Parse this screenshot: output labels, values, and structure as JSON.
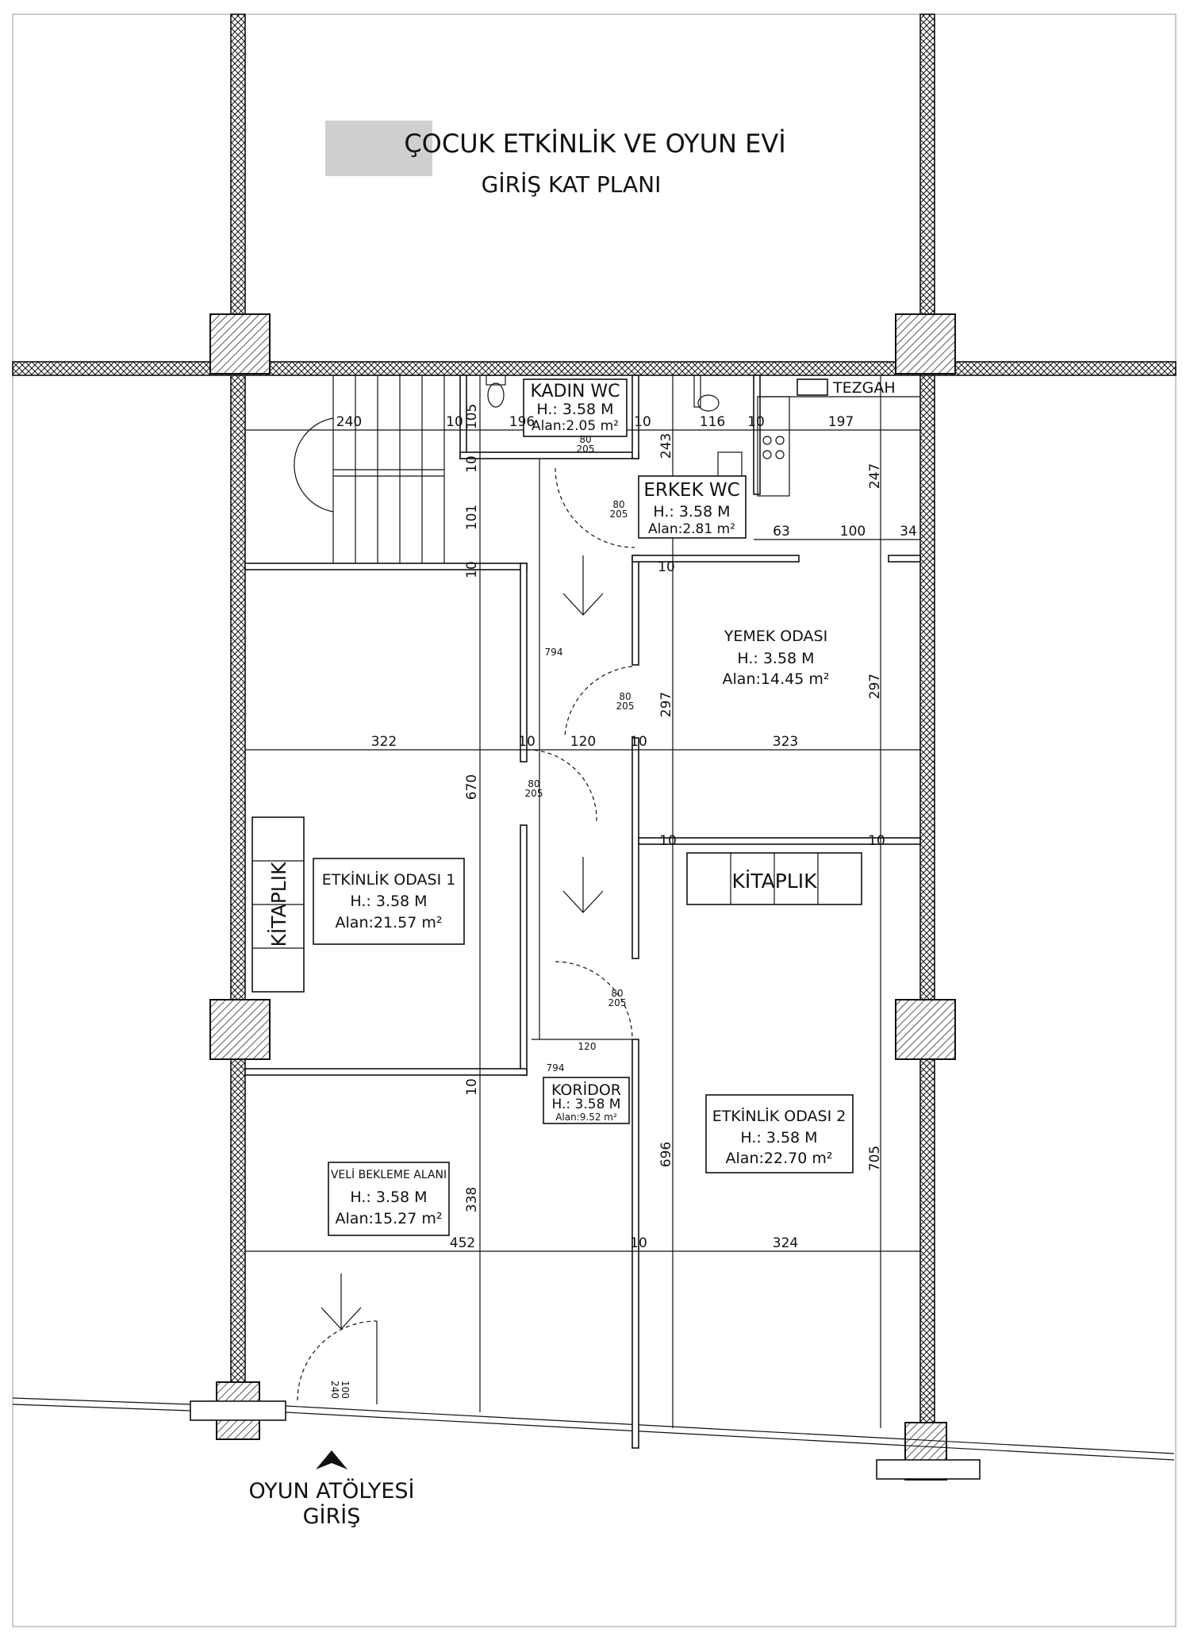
{
  "title": {
    "line1": "ÇOCUK ETKİNLİK VE OYUN EVİ",
    "line2": "GİRİŞ KAT PLANI"
  },
  "rooms": {
    "kadin_wc": {
      "name": "KADIN WC",
      "height": "H.: 3.58 M",
      "area": "Alan:2.05 m²"
    },
    "erkek_wc": {
      "name": "ERKEK WC",
      "height": "H.: 3.58 M",
      "area": "Alan:2.81 m²"
    },
    "yemek": {
      "name": "YEMEK ODASI",
      "height": "H.: 3.58 M",
      "area": "Alan:14.45 m²"
    },
    "etkinlik1": {
      "name": "ETKİNLİK ODASI 1",
      "height": "H.: 3.58 M",
      "area": "Alan:21.57 m²"
    },
    "etkinlik2": {
      "name": "ETKİNLİK ODASI 2",
      "height": "H.: 3.58 M",
      "area": "Alan:22.70 m²"
    },
    "koridor": {
      "name": "KORİDOR",
      "height": "H.: 3.58 M",
      "area": "Alan:9.52 m²"
    },
    "veli": {
      "name": "VELİ BEKLEME ALANI",
      "height": "H.: 3.58 M",
      "area": "Alan:15.27 m²"
    }
  },
  "labels": {
    "tezgah": "TEZGAH",
    "kitaplik": "KİTAPLIK",
    "entrance1": "OYUN ATÖLYESİ",
    "entrance2": "GİRİŞ"
  },
  "doors": {
    "size": "80",
    "height": "205",
    "entry_w": "100",
    "entry_h": "240"
  },
  "dims": {
    "d240": "240",
    "d10": "10",
    "d105": "105",
    "d196": "196",
    "d116": "116",
    "d197": "197",
    "d243": "243",
    "d247": "247",
    "d101": "101",
    "d63": "63",
    "d100": "100",
    "d34": "34",
    "d794": "794",
    "d297": "297",
    "d322": "322",
    "d120": "120",
    "d323": "323",
    "d670": "670",
    "d696": "696",
    "d705": "705",
    "d338": "338",
    "d452": "452",
    "d324": "324"
  }
}
